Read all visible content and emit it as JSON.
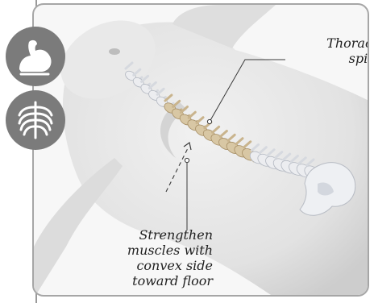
{
  "labels": {
    "thoracic": [
      "Thoracic",
      "spine"
    ],
    "strengthen": [
      "Strengthen",
      "muscles with",
      "convex side",
      "toward floor"
    ]
  },
  "icons": {
    "top": "flexed-arm-icon",
    "bottom": "ribcage-icon"
  },
  "colors": {
    "badge": "#7b7b7b",
    "vertebra_highlight": "#d8c7a4",
    "vertebra": "#ecedf0",
    "body": "#e2e2e2",
    "frame": "#a6a6a6"
  }
}
